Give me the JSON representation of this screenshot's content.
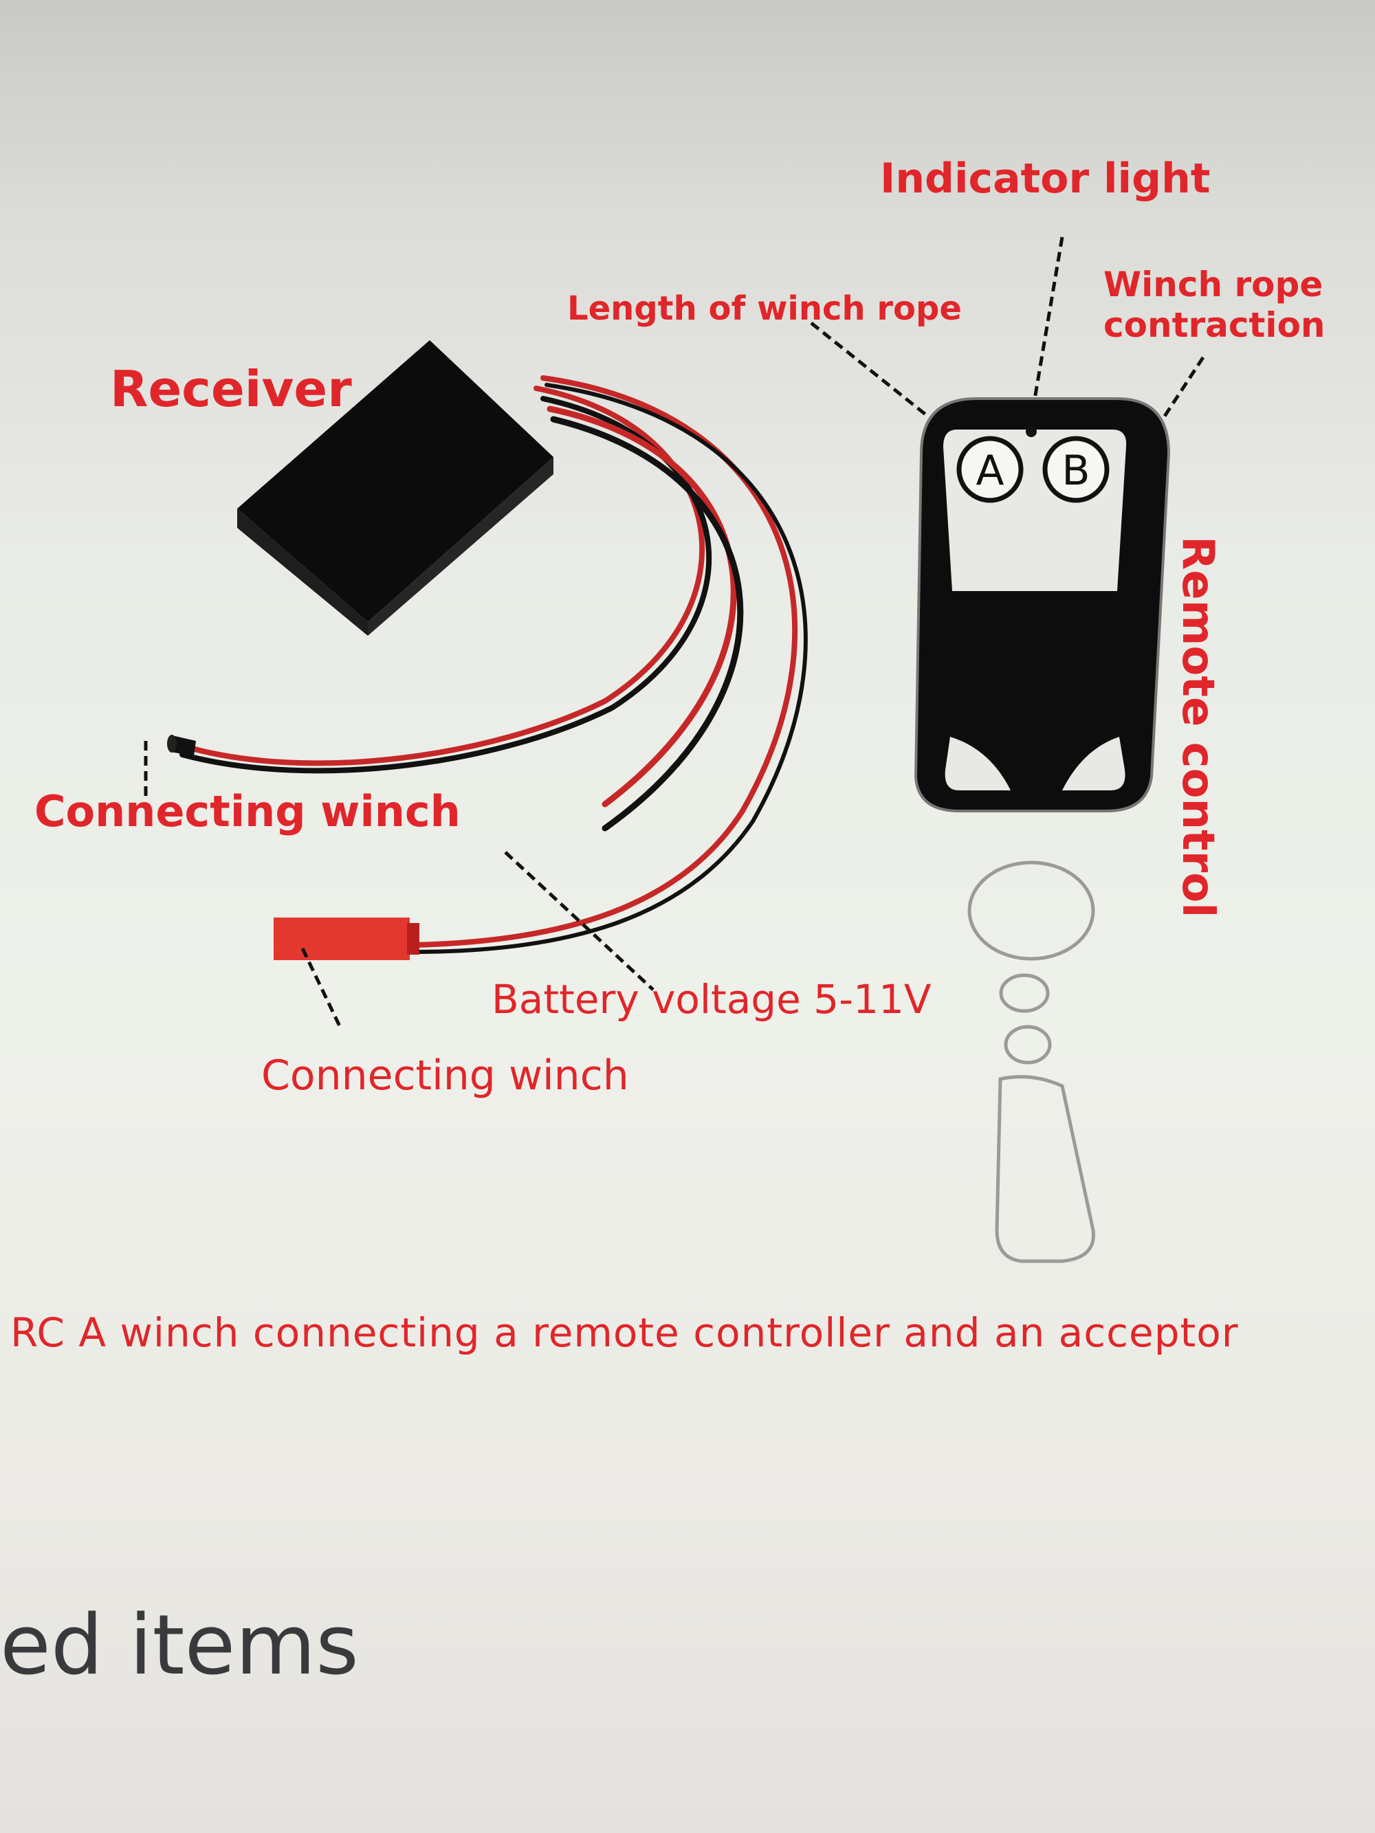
{
  "diagram": {
    "labels": {
      "indicator_light": "Indicator light",
      "length_of_rope": "Length of winch rope",
      "rope_contraction": "Winch rope\ncontraction",
      "receiver": "Receiver",
      "remote_control": "Remote control",
      "connecting_winch_1": "Connecting winch",
      "battery_voltage": "Battery voltage 5-11V",
      "connecting_winch_2": "Connecting winch"
    },
    "buttons": {
      "a": "A",
      "b": "B"
    }
  },
  "caption": "RC A winch connecting a remote controller and an acceptor",
  "footer": {
    "heading_fragment": "ed items"
  },
  "colors": {
    "label_red": "#e0262a",
    "device_black": "#111111",
    "wire_red": "#c62828"
  }
}
